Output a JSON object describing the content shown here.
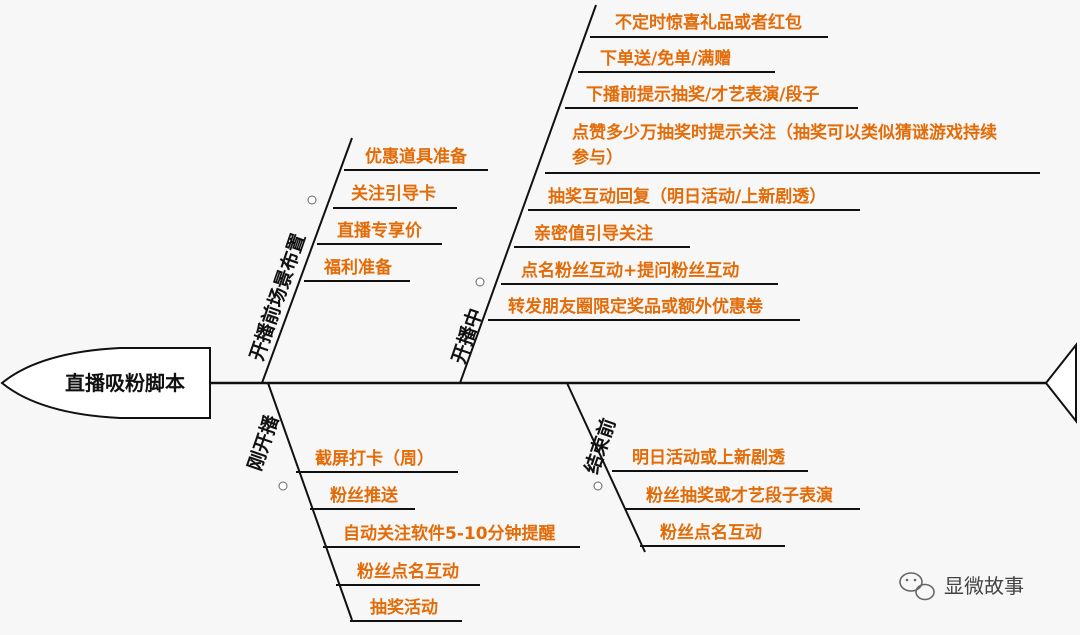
{
  "head": {
    "title": "直播吸粉脚本"
  },
  "branches": [
    {
      "key": "prelive",
      "label": "开播前场景布置",
      "items": [
        "优惠道具准备",
        "关注引导卡",
        "直播专享价",
        "福利准备"
      ]
    },
    {
      "key": "during",
      "label": "开播中",
      "items": [
        "不定时惊喜礼品或者红包",
        "下单送/免单/满赠",
        "下播前提示抽奖/才艺表演/段子",
        "点赞多少万抽奖时提示关注（抽奖可以类似猜谜游戏持续",
        "抽奖互动回复（明日活动/上新剧透）",
        "亲密值引导关注",
        "点名粉丝互动+提问粉丝互动",
        "转发朋友圈限定奖品或额外优惠卷"
      ],
      "item_continuation": {
        "index": 3,
        "text": "参与）"
      }
    },
    {
      "key": "just_started",
      "label": "刚开播",
      "items": [
        "截屏打卡（周）",
        "粉丝推送",
        "自动关注软件5-10分钟提醒",
        "粉丝点名互动",
        "抽奖活动"
      ]
    },
    {
      "key": "before_end",
      "label": "结束前",
      "items": [
        "明日活动或上新剧透",
        "粉丝抽奖或才艺段子表演",
        "粉丝点名互动"
      ]
    }
  ],
  "watermark": {
    "text": "显微故事"
  },
  "colors": {
    "item_text": "#e36c09",
    "line": "#111111",
    "background": "#f7f7f7"
  }
}
